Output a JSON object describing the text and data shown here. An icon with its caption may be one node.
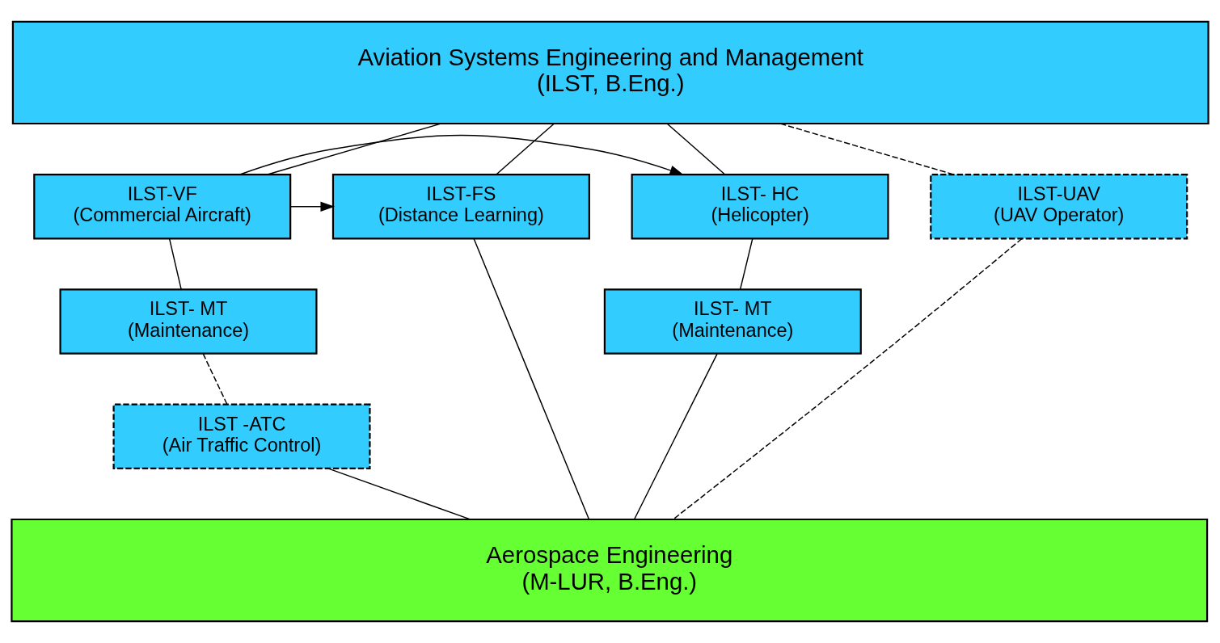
{
  "diagram": {
    "nodes": [
      {
        "text": [
          "Aviation Systems Engineering and Management",
          "(ILST, B.Eng.)"
        ]
      },
      {
        "text": [
          "ILST-FS",
          "(Distance Learning)"
        ]
      },
      {
        "text": [
          "ILST-VF",
          "(Commercial Aircraft)"
        ]
      },
      {
        "text": [
          "ILST- MT",
          "(Maintenance)"
        ]
      },
      {
        "text": [
          "ILST -ATC",
          "(Air Traffic Control)"
        ]
      },
      {
        "text": [
          "ILST- HC",
          "(Helicopter)"
        ]
      },
      {
        "text": [
          "ILST- MT",
          "(Maintenance)"
        ]
      },
      {
        "text": [
          "ILST-UAV",
          "(UAV Operator)"
        ]
      },
      {
        "text": [
          "Aerospace Engineering",
          "(M-LUR, B.Eng.)"
        ]
      }
    ],
    "edges": [
      {
        "from": 0,
        "to": 1,
        "arrow": "none"
      },
      {
        "from": 1,
        "to": 8,
        "arrow": "none"
      },
      {
        "from": 0,
        "to": 2,
        "arrow": "none"
      },
      {
        "from": 2,
        "to": 3,
        "arrow": "none"
      },
      {
        "from": 3,
        "to": 4,
        "arrow": "none",
        "style": "dashed"
      },
      {
        "from": 4,
        "to": 8,
        "arrow": "none"
      },
      {
        "from": 0,
        "to": 5,
        "arrow": "none"
      },
      {
        "from": 5,
        "to": 6,
        "arrow": "none"
      },
      {
        "from": 6,
        "to": 8,
        "arrow": "none"
      },
      {
        "from": 0,
        "to": 7,
        "arrow": "none",
        "style": "dashed"
      },
      {
        "from": 7,
        "to": 8,
        "arrow": "none",
        "style": "dashed"
      },
      {
        "from": 2,
        "to": 1,
        "arrow": "to"
      },
      {
        "from": 2,
        "to": 5,
        "arrow": "to"
      }
    ]
  }
}
